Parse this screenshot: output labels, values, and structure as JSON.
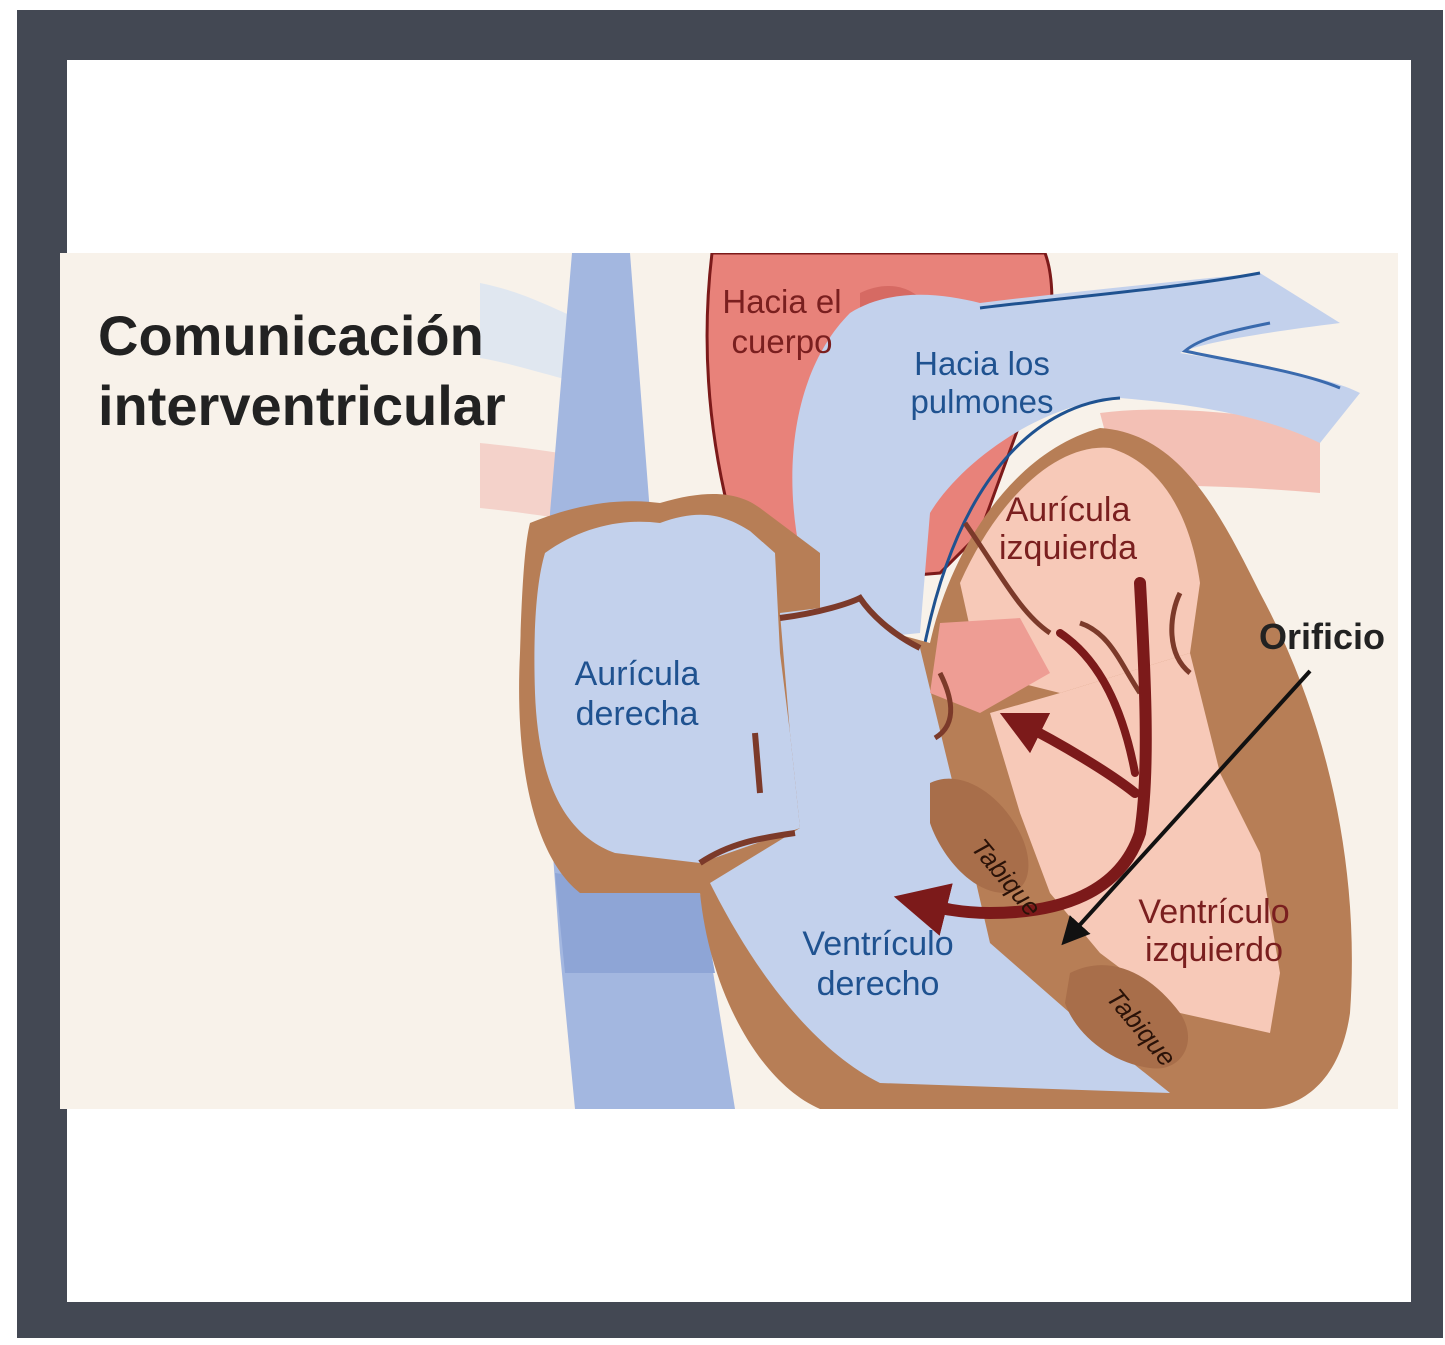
{
  "title": {
    "line1": "Comunicación",
    "line2": "interventricular"
  },
  "labels": {
    "to_body_1": "Hacia el",
    "to_body_2": "cuerpo",
    "to_lungs_1": "Hacia los",
    "to_lungs_2": "pulmones",
    "left_atrium_1": "Aurícula",
    "left_atrium_2": "izquierda",
    "right_atrium_1": "Aurícula",
    "right_atrium_2": "derecha",
    "hole": "Orificio",
    "septum_upper": "Tabique",
    "septum_lower": "Tabique",
    "left_ventricle_1": "Ventrículo",
    "left_ventricle_2": "izquierdo",
    "right_ventricle_1": "Ventrículo",
    "right_ventricle_2": "derecho"
  },
  "colors": {
    "frame": "#434853",
    "background": "#f8f2ea",
    "blue_vessel": "#a3b7e0",
    "blue_chamber": "#c3d1ec",
    "red_vessel": "#e8827a",
    "red_chamber": "#f7c9b8",
    "muscle": "#b77e56",
    "dark_red": "#7c1a1a",
    "blue_text": "#1f5290",
    "red_text": "#7a1f1f"
  }
}
